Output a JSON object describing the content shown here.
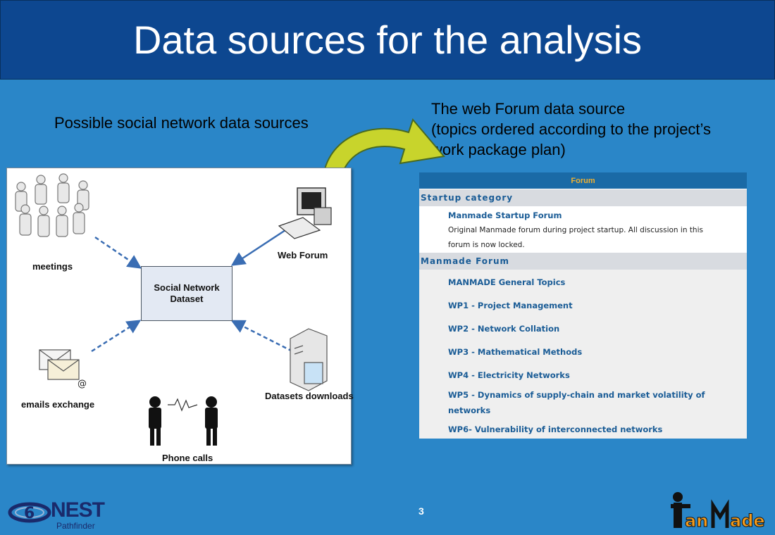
{
  "slide": {
    "title": "Data sources for the analysis",
    "page_number": "3"
  },
  "left_heading": "Possible social network data sources",
  "right_heading": {
    "line1": "The web Forum data source",
    "line2": "(topics ordered according to the project’s",
    "line3": "work package plan)"
  },
  "diagram": {
    "center_line1": "Social Network",
    "center_line2": "Dataset",
    "nodes": {
      "meetings": "meetings",
      "web_forum": "Web Forum",
      "emails": "emails exchange",
      "datasets": "Datasets downloads",
      "phone": "Phone calls"
    }
  },
  "forum": {
    "header": "Forum",
    "categories": [
      {
        "name": "Startup category",
        "items": [
          {
            "title": "Manmade Startup Forum",
            "desc_line1": "Original Manmade forum during project startup. All discussion in this",
            "desc_line2": "forum is now locked."
          }
        ]
      },
      {
        "name": "Manmade Forum",
        "topics": [
          "MANMADE General Topics",
          "WP1 - Project Management",
          "WP2 - Network Collation",
          "WP3 - Mathematical Methods",
          "WP4 - Electricity Networks",
          "WP5 - Dynamics of supply-chain and market volatility of",
          "networks",
          "WP6- Vulnerability of interconnected networks"
        ]
      }
    ]
  },
  "logos": {
    "nest": "NEST",
    "nest_sub": "Pathfinder",
    "manmade": "ManMade"
  },
  "colors": {
    "background": "#2a86c8",
    "title_bar": "#0d4790",
    "forum_header": "#1a6aa6",
    "arrow": "#c8d42c"
  }
}
